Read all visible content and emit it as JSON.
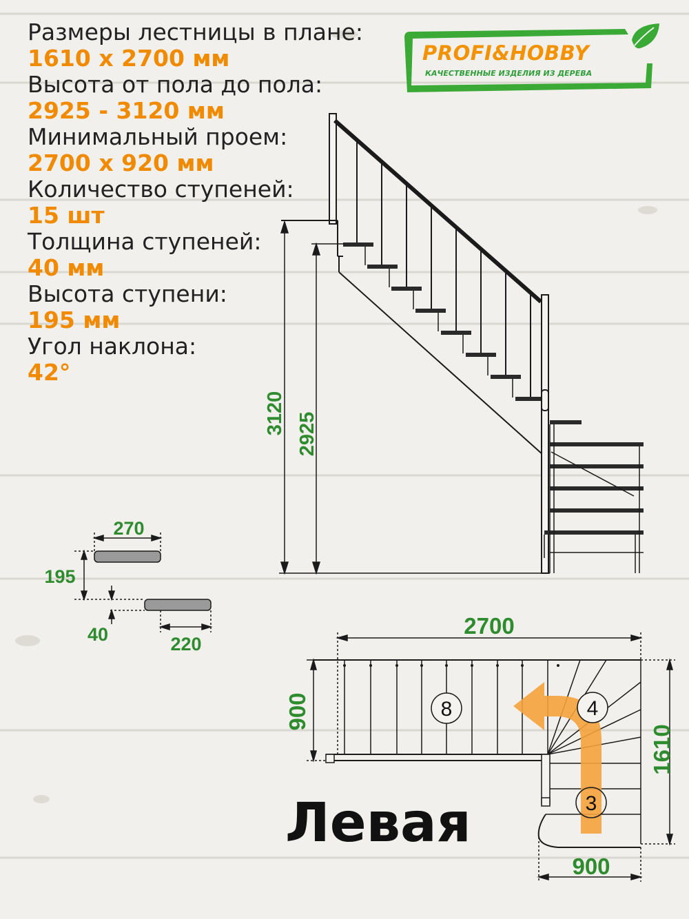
{
  "specs": [
    {
      "label": "Размеры лестницы в плане:",
      "value": "1610 х 2700 мм"
    },
    {
      "label": "Высота от пола до пола:",
      "value": "2925 - 3120 мм"
    },
    {
      "label": "Минимальный проем:",
      "value": "2700 х 920 мм"
    },
    {
      "label": "Количество ступеней:",
      "value": "15 шт"
    },
    {
      "label": "Толщина ступеней:",
      "value": "40 мм"
    },
    {
      "label": "Высота ступени:",
      "value": "195 мм"
    },
    {
      "label": "Угол наклона:",
      "value": "42°"
    }
  ],
  "logo": {
    "name": "PROFI&HOBBY",
    "tagline": "КАЧЕСТВЕННЫЕ ИЗДЕЛИЯ ИЗ ДЕРЕВА"
  },
  "elevation": {
    "dim_total": "3120",
    "dim_floor": "2925"
  },
  "step_detail": {
    "tread_depth": "270",
    "rise": "195",
    "thickness": "40",
    "going": "220"
  },
  "plan": {
    "length": "2700",
    "width_left": "900",
    "width_right": "1610",
    "width_bottom": "900",
    "flight_upper": "8",
    "winder": "4",
    "flight_lower": "3"
  },
  "variant_label": "Левая",
  "colors": {
    "accent_orange": "#f08a00",
    "dimension_green": "#2e8b2e",
    "logo_green": "#3aa935"
  }
}
